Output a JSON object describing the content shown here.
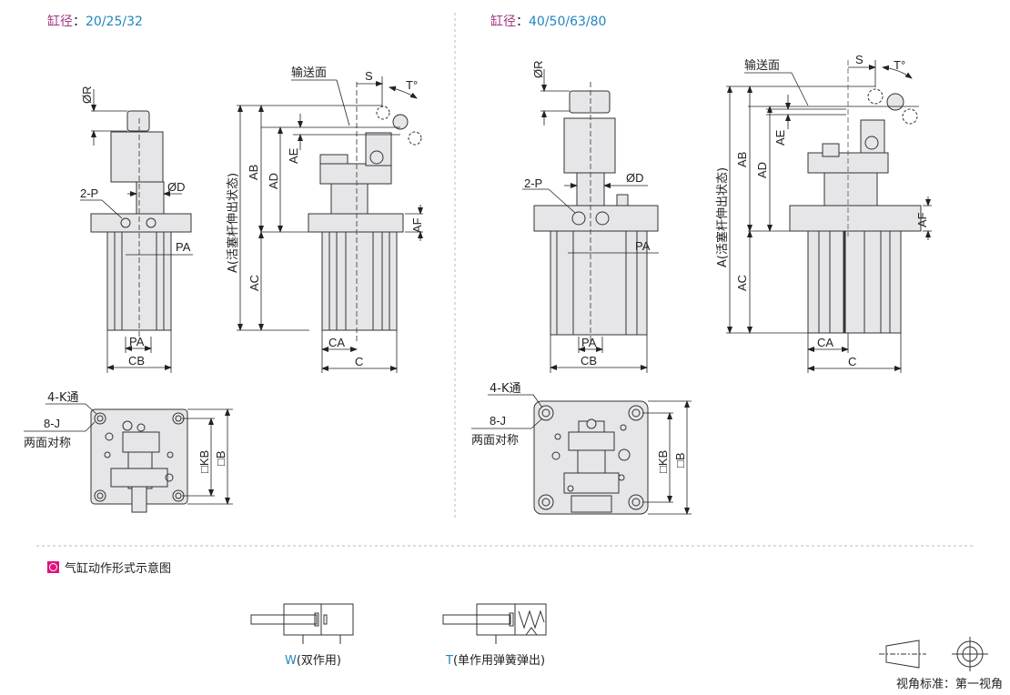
{
  "headers": [
    {
      "key": "缸径",
      "sep": "：",
      "value": "20/25/32"
    },
    {
      "key": "缸径",
      "sep": "：",
      "value": "40/50/63/80"
    }
  ],
  "drawing_labels": {
    "OR": "ØR",
    "OD": "ØD",
    "two_p": "2-P",
    "pa": "PA",
    "cb": "CB",
    "conveying_surface": "输送面",
    "s": "S",
    "t": "T°",
    "ab": "AB",
    "ad": "AD",
    "ae": "AE",
    "af": "AF",
    "ac": "AC",
    "a_full": "A(活塞杆伸出状态)",
    "ca": "CA",
    "c": "C",
    "four_k": "4-K通",
    "eight_j": "8-J",
    "both_sides": "两面对称",
    "kb": "□KB",
    "b": "□B"
  },
  "section": {
    "title": "气缸动作形式示意图"
  },
  "symbols": [
    {
      "code": "W",
      "desc": "(双作用)"
    },
    {
      "code": "T",
      "desc": "(单作用弹簧弹出)"
    }
  ],
  "view_standard": "视角标准：第一视角",
  "colors": {
    "header_key": "#a2357f",
    "header_value": "#1e86c1",
    "accent_square": "#e0147d",
    "part_fill": "#e6e6e8",
    "line": "#333333"
  }
}
